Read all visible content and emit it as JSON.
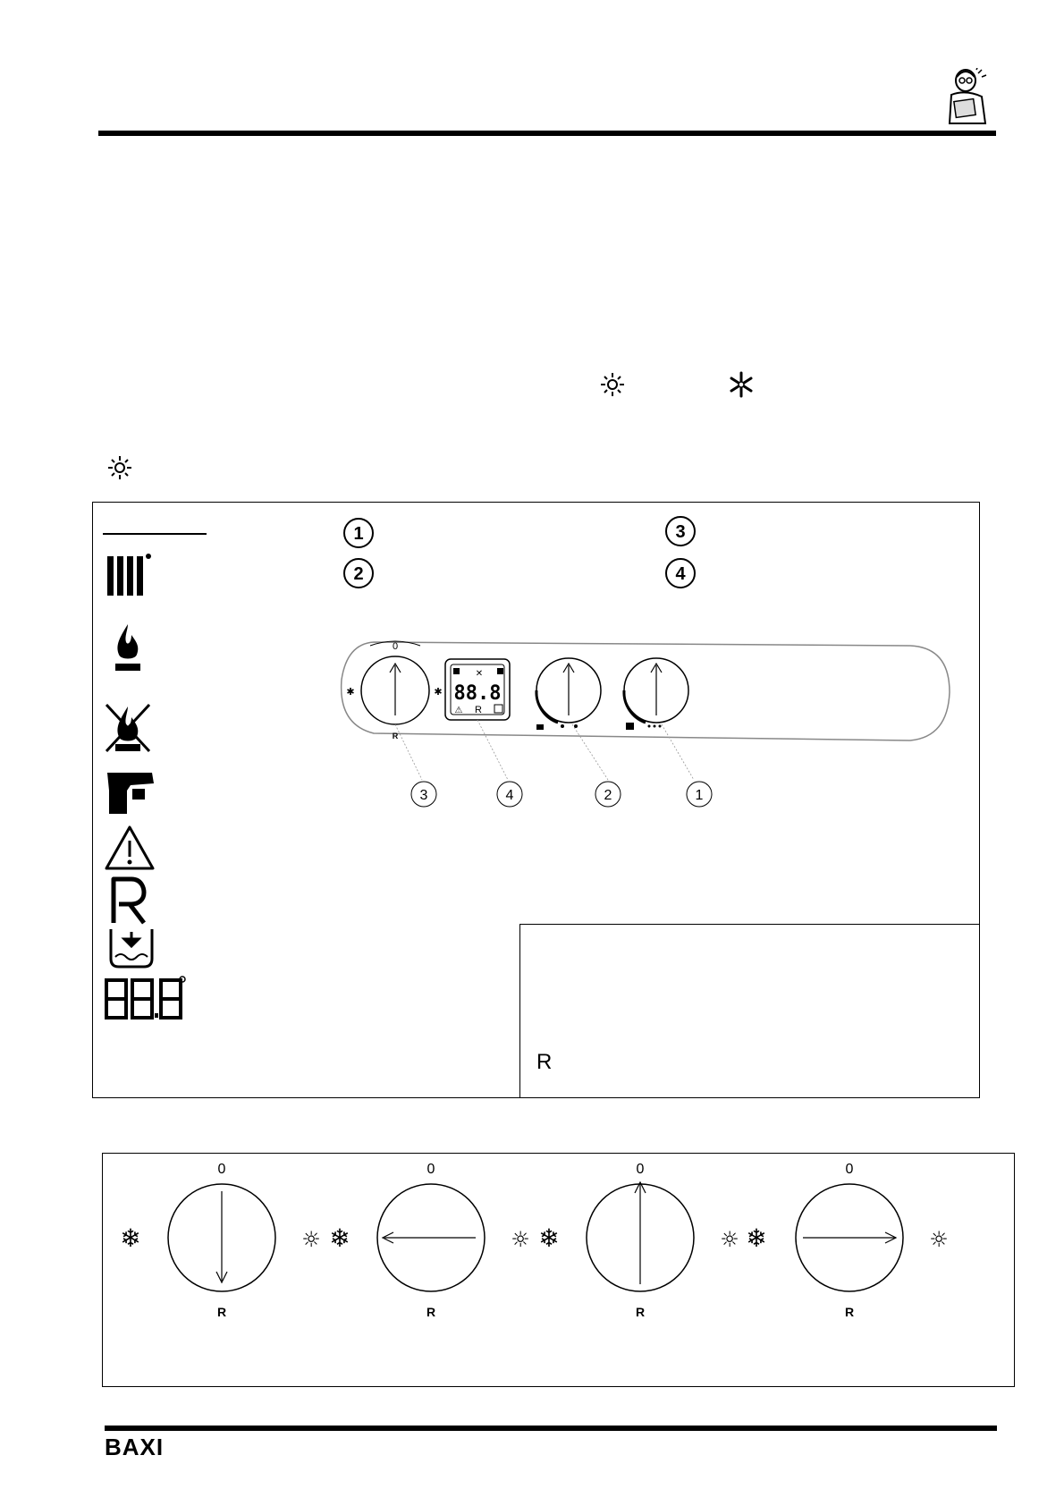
{
  "header": {
    "mascot_icon": "reading-man-icon"
  },
  "intro_symbols": [
    "sun-icon",
    "snowflake-icon",
    "sun-icon"
  ],
  "legend": {
    "numbers": [
      "1",
      "2",
      "3",
      "4"
    ],
    "icons": [
      "radiator-icon",
      "flame-icon",
      "flame-off-icon",
      "tap-icon",
      "warning-icon",
      "reset-r-icon",
      "water-fill-icon",
      "digital-display-icon"
    ]
  },
  "panel": {
    "callouts": [
      "3",
      "4",
      "2",
      "1"
    ],
    "dial_zero": "0",
    "reset_letter": "R",
    "display_digits": "88.8"
  },
  "note_box": {
    "reset_letter": "R"
  },
  "dial_row": {
    "zero_labels": [
      "0",
      "0",
      "0",
      "0"
    ],
    "reset_labels": [
      "R",
      "R",
      "R",
      "R"
    ],
    "arrow_directions": [
      "down",
      "left",
      "up",
      "right"
    ]
  },
  "footer": {
    "brand": "BAXI"
  }
}
